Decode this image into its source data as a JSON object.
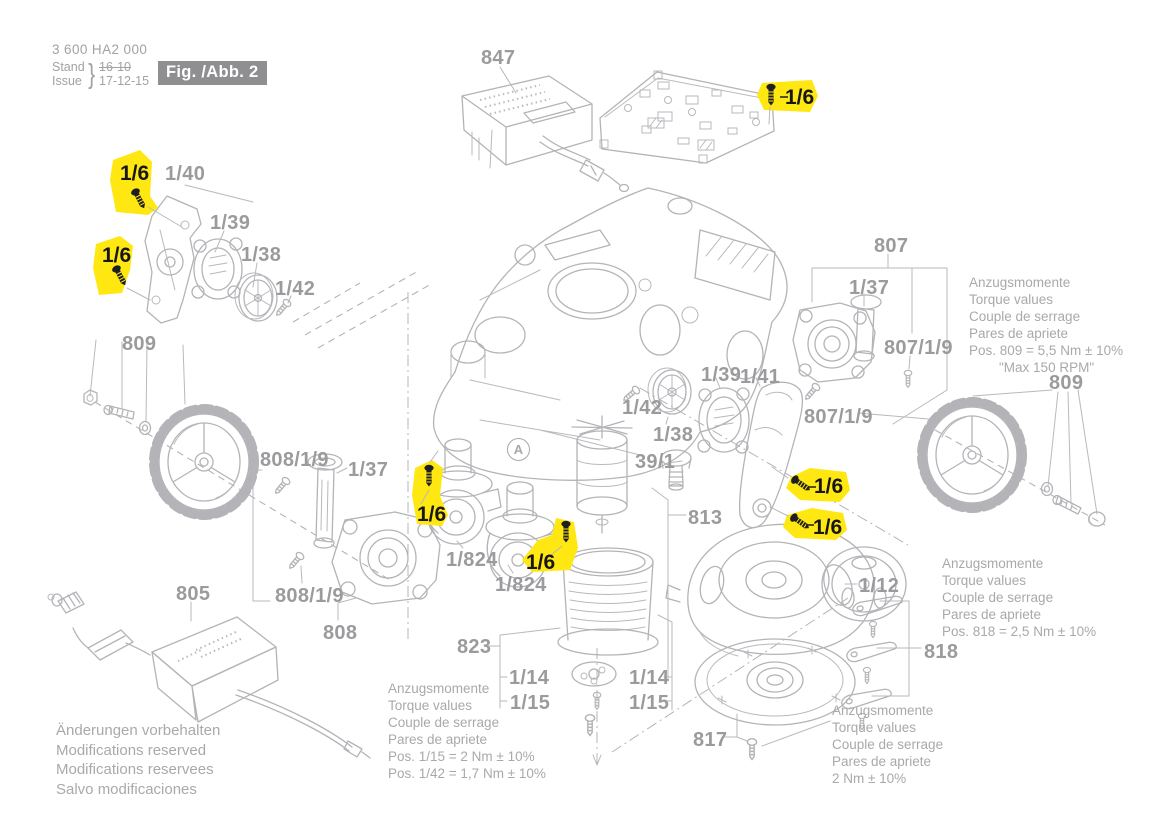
{
  "header": {
    "part_number": "3 600 HA2 000",
    "stand_label": "Stand",
    "issue_label": "Issue",
    "brace": "}",
    "old_value": "16-10",
    "new_value": "17-12-15",
    "fig_badge": "Fig. /Abb. 2"
  },
  "callout": {
    "text": "1/6"
  },
  "marker": {
    "a": "A"
  },
  "labels": {
    "p847": "847",
    "p1_40": "1/40",
    "p1_39_left": "1/39",
    "p1_38_left": "1/38",
    "p1_42_left": "1/42",
    "p809_left": "809",
    "p808_1_9_top": "808/1/9",
    "p1_37_left": "1/37",
    "p808_1_9_bottom": "808/1/9",
    "p808": "808",
    "p805": "805",
    "p807": "807",
    "p1_37_right": "1/37",
    "p807_1_9_upper": "807/1/9",
    "p807_1_9_lower": "807/1/9",
    "p809_right": "809",
    "p1_42_center": "1/42",
    "p1_38_center": "1/38",
    "p1_39_center": "1/39",
    "p1_41": "1/41",
    "p39_1": "39/1",
    "p813": "813",
    "p1_824_left": "1/824",
    "p1_824_right": "1/824",
    "p823": "823",
    "p1_14_left": "1/14",
    "p1_15_left": "1/15",
    "p1_14_right": "1/14",
    "p1_15_right": "1/15",
    "p817": "817",
    "p1_12": "1/12",
    "p818": "818"
  },
  "torque_809": {
    "lines": [
      "Anzugsmomente",
      "Torque values",
      "Couple de serrage",
      "Pares de apriete",
      "Pos. 809 = 5,5 Nm ± 10%",
      "\"Max 150 RPM\""
    ]
  },
  "torque_818": {
    "lines": [
      "Anzugsmomente",
      "Torque values",
      "Couple de serrage",
      "Pares de apriete",
      "Pos. 818 = 2,5 Nm ± 10%"
    ]
  },
  "torque_1_15": {
    "lines": [
      "Anzugsmomente",
      "Torque values",
      "Couple de serrage",
      "Pares de apriete",
      "Pos. 1/15 = 2 Nm ± 10%",
      "Pos. 1/42 = 1,7 Nm ± 10%"
    ]
  },
  "torque_817": {
    "lines": [
      "Anzugsmomente",
      "Torque values",
      "Couple de serrage",
      "Pares de apriete",
      "2 Nm ± 10%"
    ]
  },
  "footer": {
    "lines": [
      "Änderungen vorbehalten",
      "Modifications reserved",
      "Modifications reservees",
      "Salvo modificaciones"
    ]
  },
  "colors": {
    "highlight": "#ffe711",
    "line_art": "#b4b4b8",
    "label_gray": "#9b9b9d",
    "badge_bg": "#8f8f91",
    "screw_dark": "#1f1f1f"
  }
}
